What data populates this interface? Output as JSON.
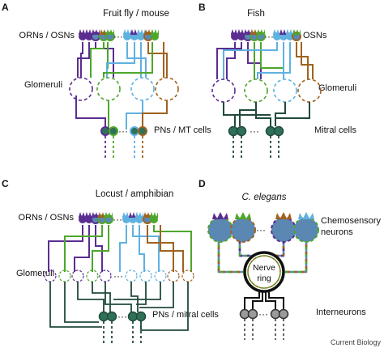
{
  "figure_credit": "Current Biology",
  "colors": {
    "purple": "#5b2d91",
    "green": "#4ea62b",
    "lightblue": "#5fb1e0",
    "brown": "#a0621e",
    "darkteal": "#214a3c",
    "mitral": "#2f7058",
    "neuron_fill": "#5b87b3",
    "grey": "#8a8a8a"
  },
  "panels": [
    {
      "letter": "A",
      "title": "Fruit fly / mouse",
      "labels": {
        "receptors": "ORNs  / OSNs",
        "glomeruli": "Glomeruli",
        "output": "PNs / MT cells"
      }
    },
    {
      "letter": "B",
      "title": "Fish",
      "labels": {
        "receptors": "OSNs",
        "glomeruli": "Glomeruli",
        "output": "Mitral cells"
      }
    },
    {
      "letter": "C",
      "title": "Locust / amphibian",
      "labels": {
        "receptors": "ORNs / OSNs",
        "glomeruli": "Glomeruli",
        "output": "PNs / mitral cells"
      }
    },
    {
      "letter": "D",
      "title": "C. elegans",
      "labels": {
        "receptors_line1": "Chemosensory",
        "receptors_line2": "neurons",
        "ring_line1": "Nerve",
        "ring_line2": "ring",
        "output": "Interneurons"
      }
    }
  ]
}
